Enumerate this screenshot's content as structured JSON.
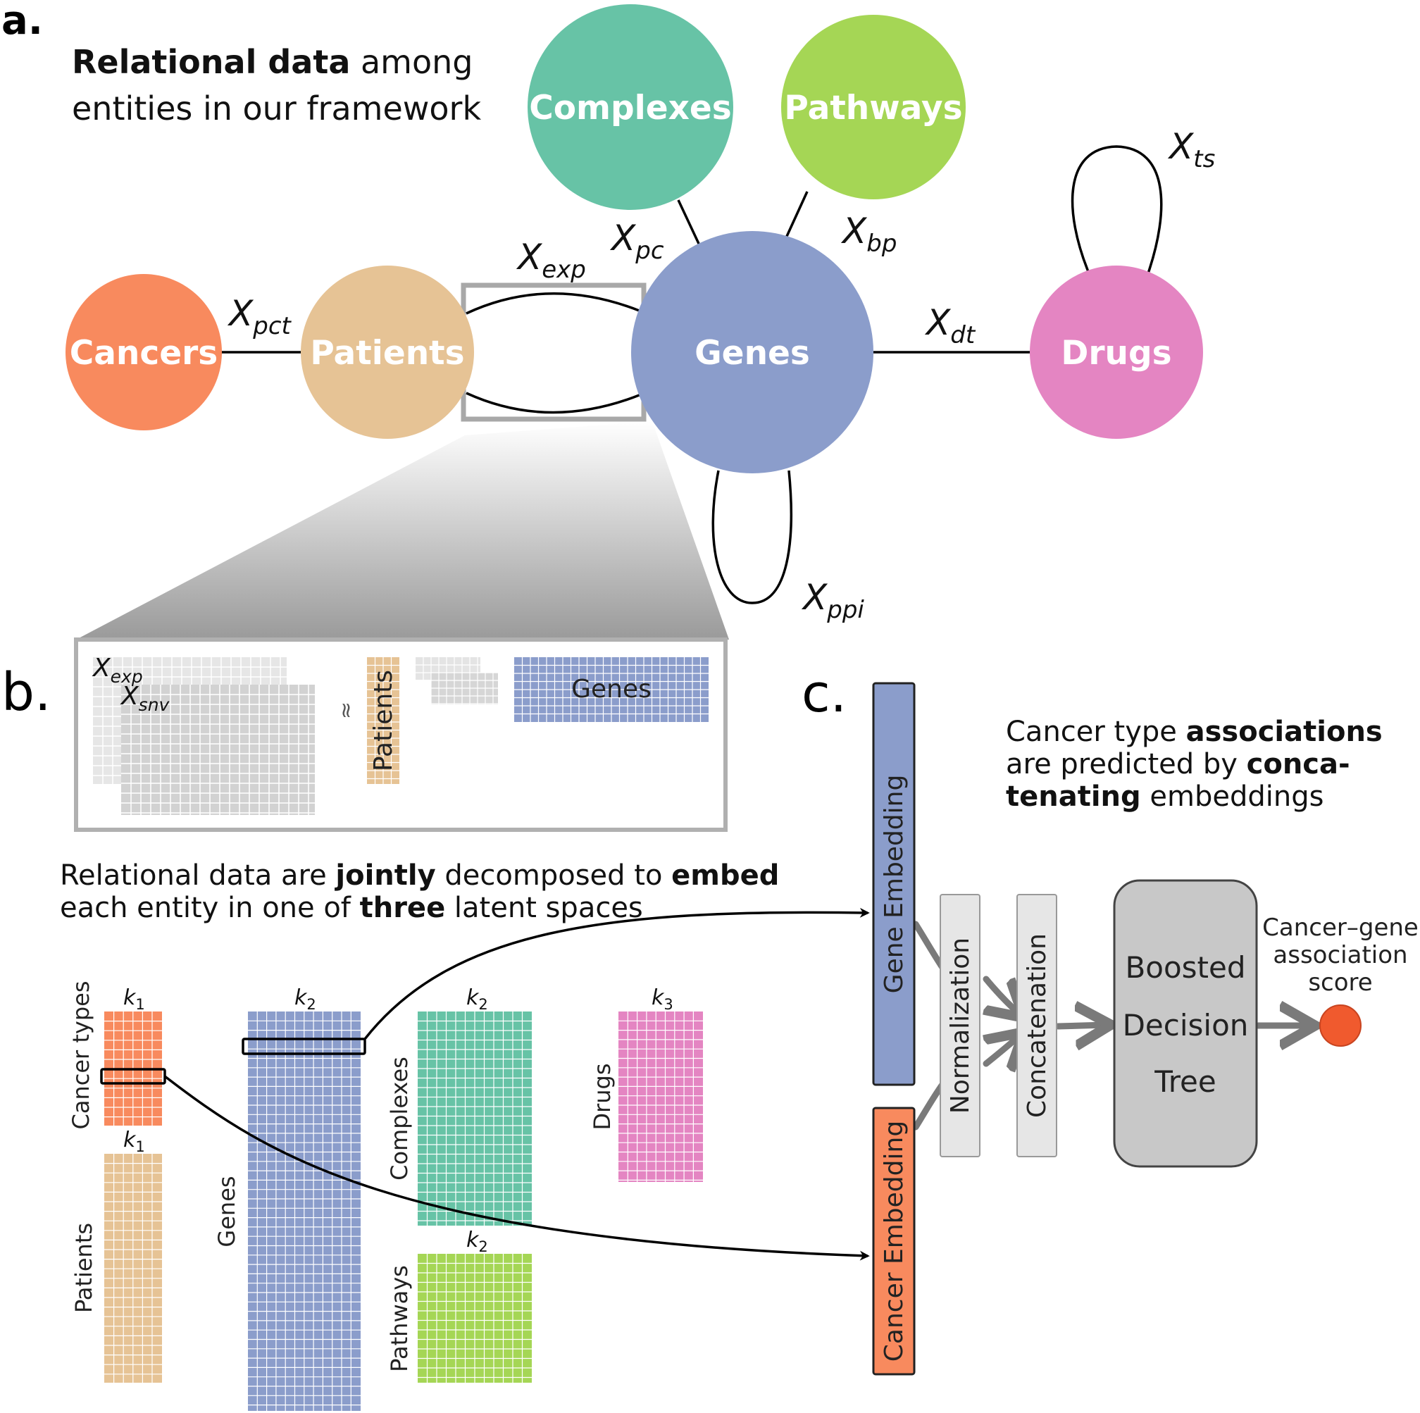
{
  "panel_a": {
    "letter": "a.",
    "caption_bold": "Relational data",
    "caption_rest1": " among",
    "caption_line2": "entities in our framework",
    "nodes": {
      "cancers": {
        "label": "Cancers",
        "color": "#f88a5e"
      },
      "patients": {
        "label": "Patients",
        "color": "#e6c395"
      },
      "genes": {
        "label": "Genes",
        "color": "#8b9dcb"
      },
      "complexes": {
        "label": "Complexes",
        "color": "#67c3a6"
      },
      "pathways": {
        "label": "Pathways",
        "color": "#a5d655"
      },
      "drugs": {
        "label": "Drugs",
        "color": "#e485c2"
      }
    },
    "relations": {
      "pct": {
        "base": "X",
        "sub": "pct"
      },
      "exp": {
        "base": "X",
        "sub": "exp"
      },
      "pc": {
        "base": "X",
        "sub": "pc"
      },
      "bp": {
        "base": "X",
        "sub": "bp"
      },
      "dt": {
        "base": "X",
        "sub": "dt"
      },
      "ts": {
        "base": "X",
        "sub": "ts"
      },
      "ppi": {
        "base": "X",
        "sub": "ppi"
      }
    }
  },
  "panel_b": {
    "letter": "b.",
    "matrix_exp": {
      "base": "X",
      "sub": "exp"
    },
    "matrix_snv": {
      "base": "X",
      "sub": "snv"
    },
    "approx": "≈",
    "patients_factor": "Patients",
    "genes_factor": "Genes",
    "caption_l1_a": "Relational data are ",
    "caption_l1_b": "jointly",
    "caption_l1_c": " decomposed to ",
    "caption_l1_d": "embed",
    "caption_l2_a": "each entity in one of ",
    "caption_l2_b": "three",
    "caption_l2_c": " latent spaces",
    "embeddings": {
      "cancer_types": {
        "label": "Cancer types",
        "k": "k",
        "k_sub": "1"
      },
      "patients": {
        "label": "Patients",
        "k": "k",
        "k_sub": "1"
      },
      "genes": {
        "label": "Genes",
        "k": "k",
        "k_sub": "2"
      },
      "complexes": {
        "label": "Complexes",
        "k": "k",
        "k_sub": "2"
      },
      "pathways": {
        "label": "Pathways",
        "k": "k",
        "k_sub": "2"
      },
      "drugs": {
        "label": "Drugs",
        "k": "k",
        "k_sub": "3"
      }
    }
  },
  "panel_c": {
    "letter": "c.",
    "caption_l1_a": "Cancer type ",
    "caption_l1_b": "associations",
    "caption_l2_a": "are predicted by ",
    "caption_l2_b": "conca-",
    "caption_l3_a": "tenating",
    "caption_l3_b": " embeddings",
    "gene_embedding": "Gene Embedding",
    "cancer_embedding": "Cancer Embedding",
    "normalization": "Normalization",
    "concatenation": "Concatenation",
    "model_l1": "Boosted",
    "model_l2": "Decision",
    "model_l3": "Tree",
    "output_l1": "Cancer–gene",
    "output_l2": "association",
    "output_l3": "score",
    "output_color": "#f05a2e"
  }
}
